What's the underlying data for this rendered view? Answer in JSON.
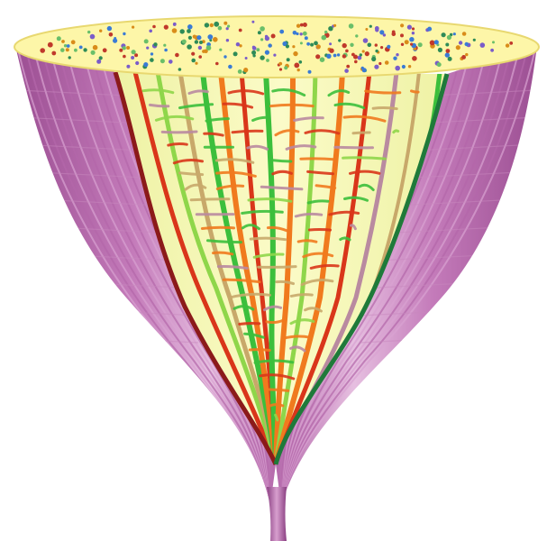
{
  "colors": {
    "background": "#ffffff",
    "outer_sheath_dark": "#9c4f93",
    "outer_sheath_mid": "#c47bba",
    "outer_sheath_light": "#e6bfe0",
    "inner_cavity_light": "#fbfbc8",
    "inner_cavity_mid": "#eef2a4",
    "top_surface": "#fdf6a8",
    "top_rim": "#e8d870",
    "left_border": "#8b1a1a",
    "right_border": "#1f7a3a",
    "vessel_red": "#d9361a",
    "vessel_orange": "#f07a1e",
    "vessel_green": "#3cbf3c",
    "vessel_lightgreen": "#8fd64a",
    "vessel_tan": "#c8a86a",
    "vessel_mauve": "#b98aa0",
    "dot_colors": [
      "#c0392b",
      "#2e8b57",
      "#3a7bd5",
      "#d98c1a",
      "#7a5cc9",
      "#6abf69"
    ]
  },
  "icons": {
    "main": "vascular-funnel-diagram",
    "top": "perforated-top-surface",
    "sheath": "outer-muscle-sheath",
    "cavity": "inner-vessel-network",
    "stem": "tapering-stem"
  }
}
